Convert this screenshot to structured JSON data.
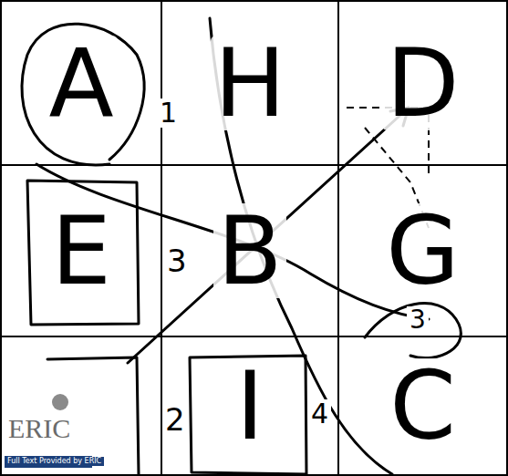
{
  "diagram": {
    "nodes": [
      {
        "text": [
          "A"
        ]
      },
      {
        "text": [
          "H"
        ]
      },
      {
        "text": [
          "D"
        ]
      },
      {
        "text": [
          "E"
        ]
      },
      {
        "text": [
          "B"
        ]
      },
      {
        "text": [
          "G"
        ]
      },
      {
        "text": [
          "I"
        ]
      },
      {
        "text": [
          "C"
        ]
      }
    ],
    "labels": [
      "1",
      "3",
      "2",
      "4",
      "3",
      "ERIC",
      "Full Text Provided by ERIC"
    ]
  }
}
